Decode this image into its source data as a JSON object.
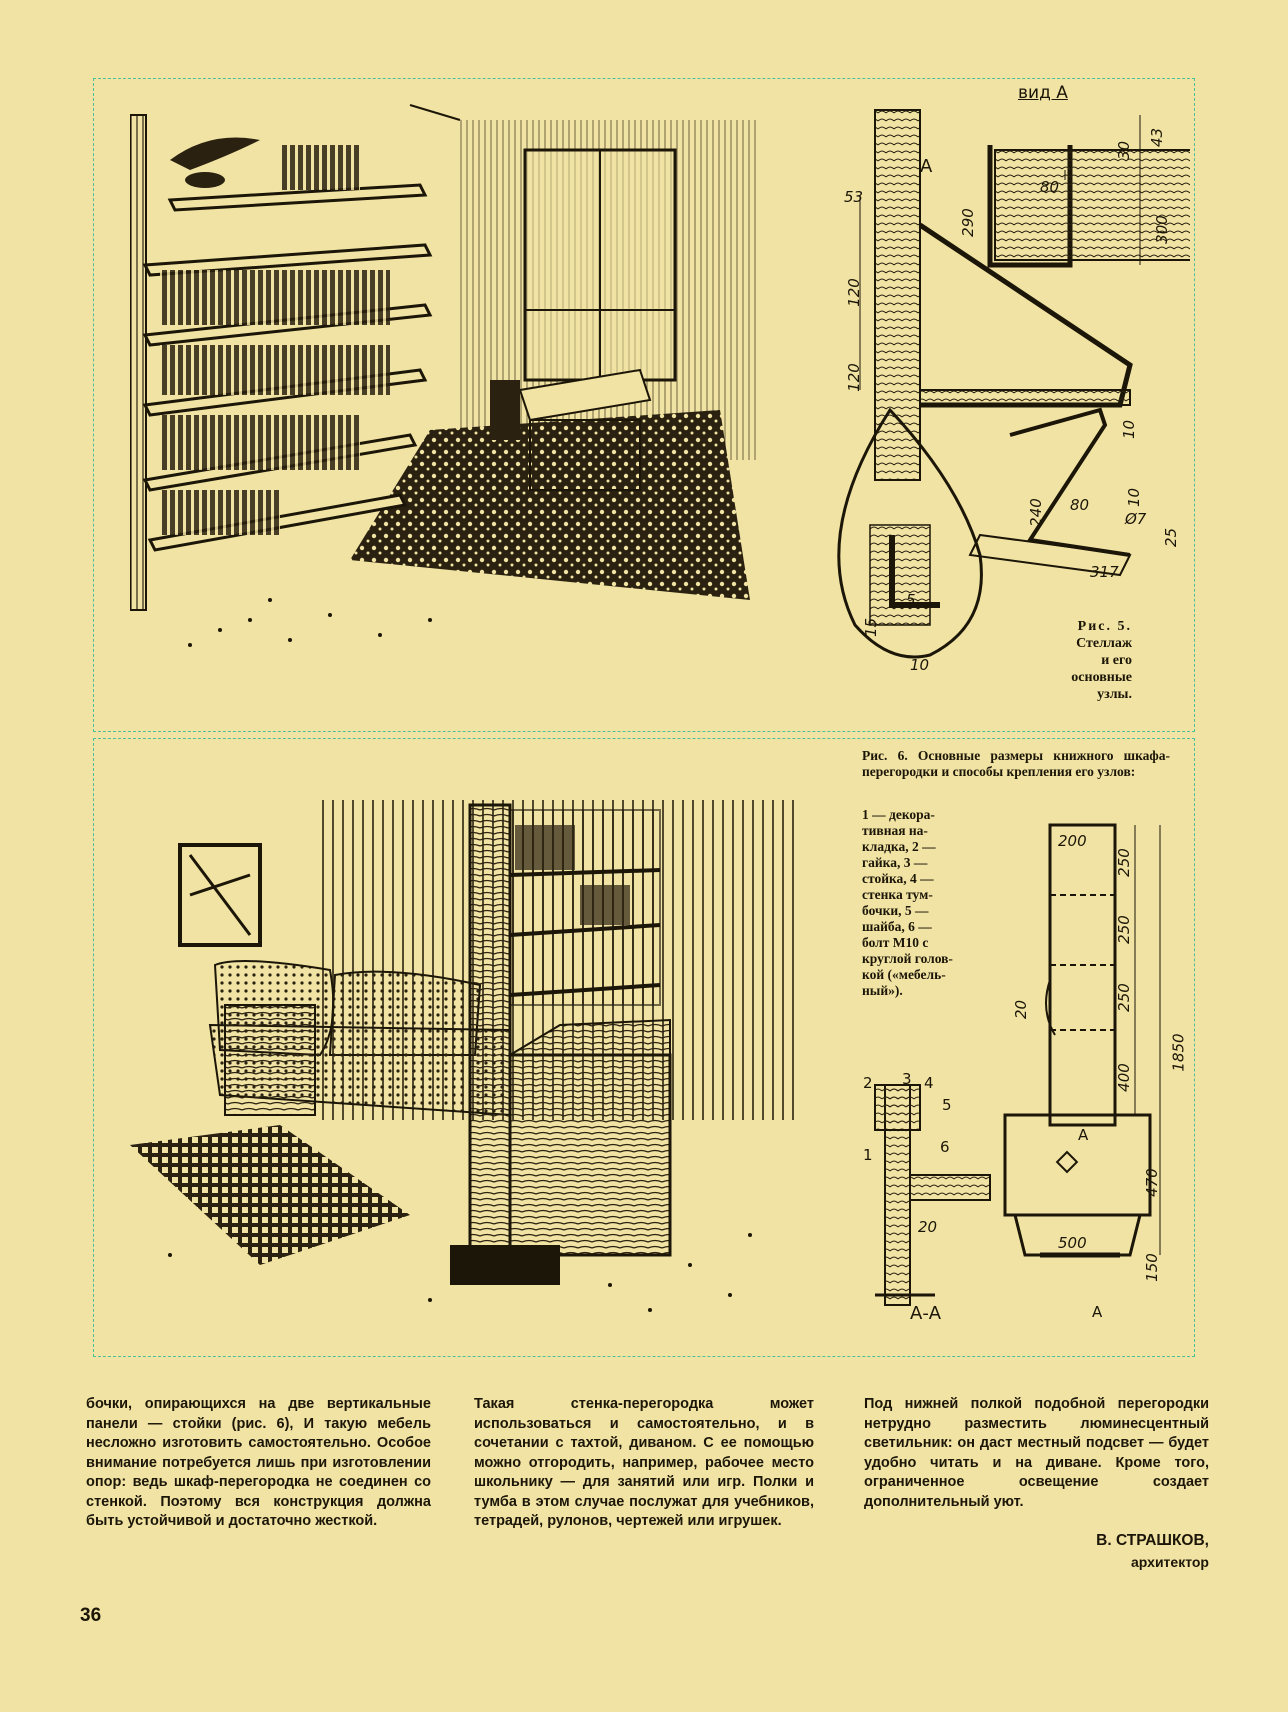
{
  "figure5": {
    "view_label": "вид А",
    "section_marker": "А",
    "dimensions": [
      "43",
      "30",
      "80",
      "290",
      "300",
      "53",
      "120",
      "120",
      "10",
      "10",
      "240",
      "80",
      "Ø7",
      "25",
      "317",
      "5",
      "15",
      "10"
    ],
    "caption_lines": [
      "Рис. 5.",
      "Стеллаж",
      "и его",
      "основные",
      "узлы."
    ]
  },
  "figure6": {
    "caption_title": "Рис. 6. Основные размеры книжного шкафа-перегородки и способы крепления его узлов:",
    "legend_lines": [
      "1 — декора-",
      "тивная на-",
      "кладка, 2 —",
      "гайка, 3 —",
      "стойка, 4 —",
      "стенка тум-",
      "бочки, 5 —",
      "шайба, 6 —",
      "болт М10 с",
      "круглой голов-",
      "кой («мебель-",
      "ный»)."
    ],
    "dimensions": [
      "200",
      "250",
      "250",
      "250",
      "20",
      "400",
      "1850",
      "470",
      "500",
      "150",
      "20"
    ],
    "part_numbers": [
      "1",
      "2",
      "3",
      "4",
      "5",
      "6"
    ],
    "section_label": "А-А",
    "section_marker": "А"
  },
  "text": {
    "col1": "бочки, опирающихся на две вертикальные панели — стойки (рис. 6), И такую мебель несложно изготовить самостоятельно. Особое внимание потребуется лишь при изготовлении опор: ведь шкаф-перегородка не соединен со стенкой. Поэтому вся конструкция должна быть устойчивой и достаточно жесткой.",
    "col2": "Такая стенка-перегородка может использоваться и самостоятельно, и в сочетании с тахтой, диваном. С ее помощью можно отгородить, например, рабочее место школьнику — для занятий или игр. Полки и тумба в этом случае послужат для учебников, тетрадей, рулонов, чертежей или игрушек.",
    "col3": "Под нижней полкой подобной перегородки нетрудно разместить люминесцентный светильник: он даст местный подсвет — будет удобно читать и на диване. Кроме того, ограниченное освещение создает дополнительный уют.",
    "author": "В. СТРАШКОВ,",
    "author_role": "архитектор"
  },
  "page_number": "36"
}
